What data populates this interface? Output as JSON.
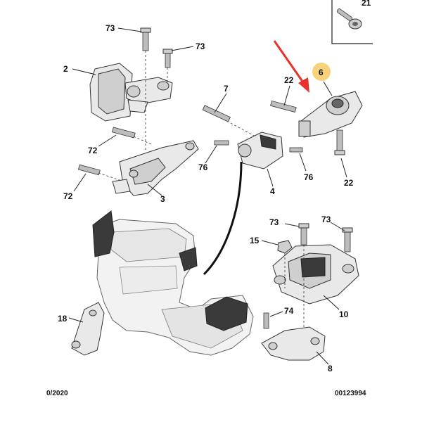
{
  "callouts": {
    "c21": "21",
    "c73a": "73",
    "c73b": "73",
    "c2": "2",
    "c72a": "72",
    "c72b": "72",
    "c3": "3",
    "c7": "7",
    "c76a": "76",
    "c76b": "76",
    "c4": "4",
    "c22a": "22",
    "c6": "6",
    "c22b": "22",
    "c73c": "73",
    "c73d": "73",
    "c15": "15",
    "c74": "74",
    "c10": "10",
    "c8": "8",
    "c18": "18"
  },
  "footer": {
    "date": "0/2020",
    "ref": "00123994"
  },
  "colors": {
    "arrow": "#e8322a",
    "highlight": "#f7d27a"
  }
}
